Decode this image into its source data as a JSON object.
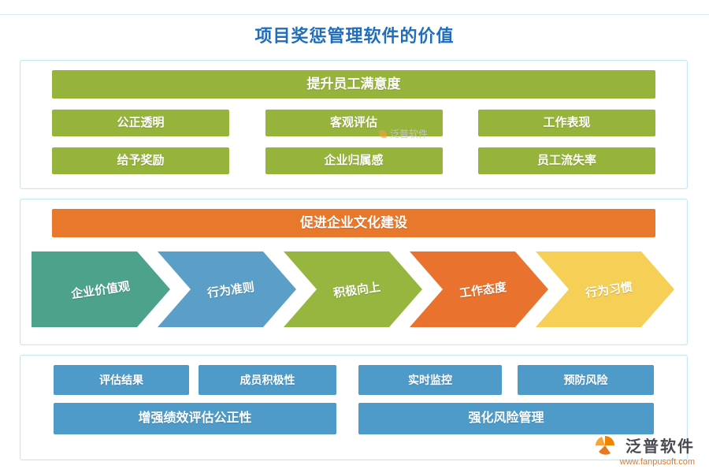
{
  "page": {
    "title": "项目奖惩管理软件的价值"
  },
  "colors": {
    "title_blue": "#1e6dbf",
    "green": "#96b33c",
    "orange": "#e8782c",
    "blue": "#4e9ac8"
  },
  "sections": {
    "satisfaction": {
      "header": "提升员工满意度",
      "items": [
        "公正透明",
        "客观评估",
        "工作表现",
        "给予奖励",
        "企业归属感",
        "员工流失率"
      ]
    },
    "culture": {
      "header": "促进企业文化建设",
      "arrows": [
        {
          "label": "企业价值观",
          "color": "#4da28c"
        },
        {
          "label": "行为准则",
          "color": "#5b9fc9"
        },
        {
          "label": "积极向上",
          "color": "#97b63f"
        },
        {
          "label": "工作态度",
          "color": "#e9732e"
        },
        {
          "label": "行为习惯",
          "color": "#f6cf56"
        }
      ]
    },
    "management": {
      "items": [
        "评估结果",
        "成员积极性",
        "实时监控",
        "预防风险"
      ],
      "footers": [
        "增强绩效评估公正性",
        "强化风险管理"
      ]
    }
  },
  "watermark": {
    "text": "泛普软件"
  },
  "footer": {
    "brand": "泛普软件",
    "url": "www.fanpusoft.com"
  }
}
